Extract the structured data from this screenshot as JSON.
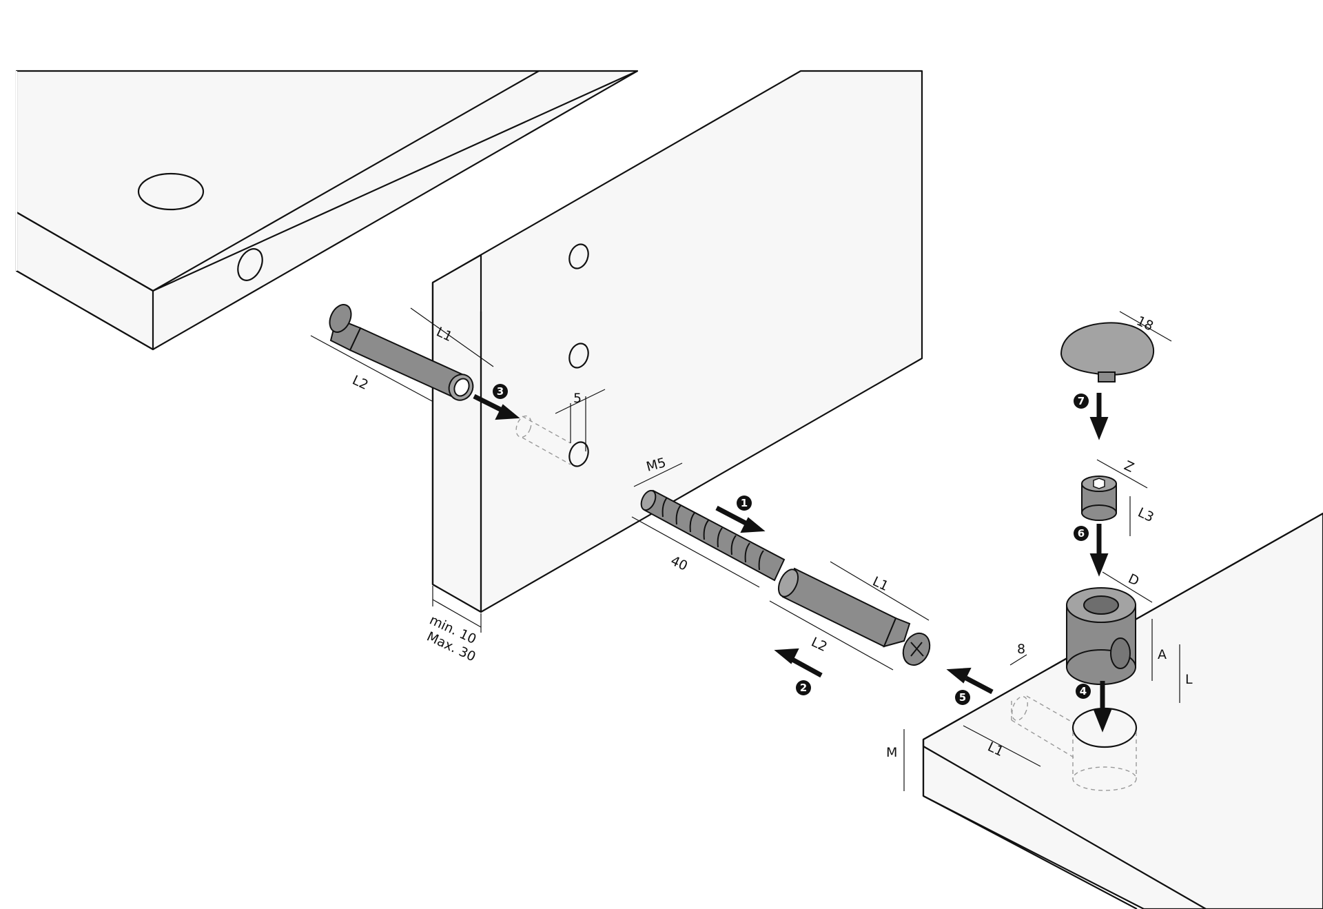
{
  "labels": {
    "l1_dowel_top": "L1",
    "l2_dowel_top": "L2",
    "hole_dia": "5",
    "thickness_min": "min. 10",
    "thickness_max": "Max. 30",
    "thread_size": "M5",
    "screw_length": "40",
    "l1_dowel_mid": "L1",
    "l2_dowel_mid": "L2",
    "cap_dia": "18",
    "grub_z": "Z",
    "grub_l3": "L3",
    "nut_d": "D",
    "nut_a": "A",
    "nut_l": "L",
    "board_8": "8",
    "board_l1": "L1",
    "board_m": "M"
  },
  "steps": [
    "1",
    "2",
    "3",
    "4",
    "5",
    "6",
    "7"
  ]
}
